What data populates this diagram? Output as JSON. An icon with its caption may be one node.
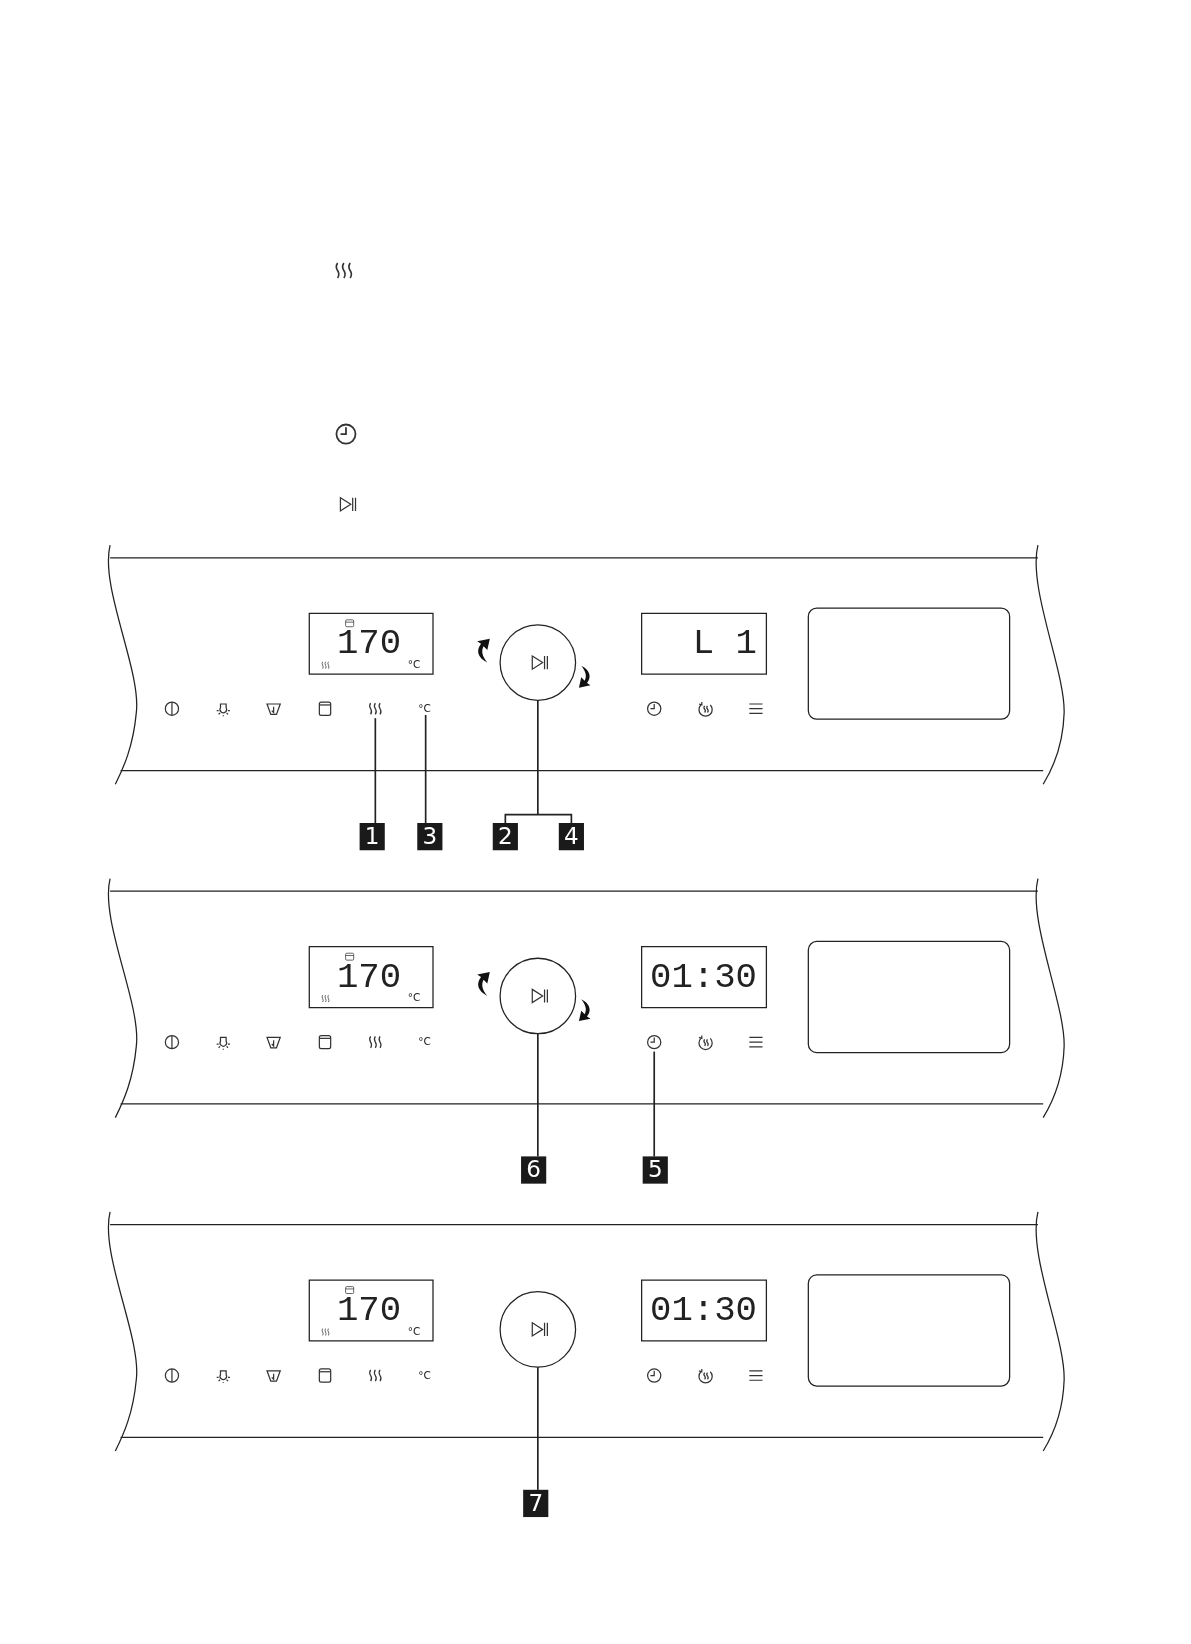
{
  "diagram": {
    "nodes": [
      {
        "text": [
          "1"
        ]
      },
      {
        "text": [],
        "shape": "icon"
      },
      {
        "text": [
          "3"
        ]
      },
      {
        "text": [
          "°C"
        ]
      },
      {
        "text": [
          "2"
        ]
      },
      {
        "text": [
          "4"
        ]
      },
      {
        "text": [],
        "shape": "circle"
      },
      {
        "text": [
          "6"
        ]
      },
      {
        "text": [],
        "shape": "circle"
      },
      {
        "text": [
          "5"
        ]
      },
      {
        "text": [],
        "shape": "icon"
      },
      {
        "text": [
          "7"
        ]
      },
      {
        "text": [],
        "shape": "circle"
      }
    ],
    "edges": [
      {
        "from": 0,
        "to": 1,
        "arrow": "none"
      },
      {
        "from": 2,
        "to": 3,
        "arrow": "none"
      },
      {
        "from": 4,
        "to": 6,
        "arrow": "none"
      },
      {
        "from": 5,
        "to": 6,
        "arrow": "none"
      },
      {
        "from": 7,
        "to": 8,
        "arrow": "none"
      },
      {
        "from": 9,
        "to": 10,
        "arrow": "none"
      },
      {
        "from": 11,
        "to": 12,
        "arrow": "none"
      }
    ],
    "labels": [
      "170",
      "°C",
      "L 1",
      "170",
      "°C",
      "01:30",
      "°C",
      "170",
      "°C",
      "01:30",
      "°C"
    ]
  }
}
